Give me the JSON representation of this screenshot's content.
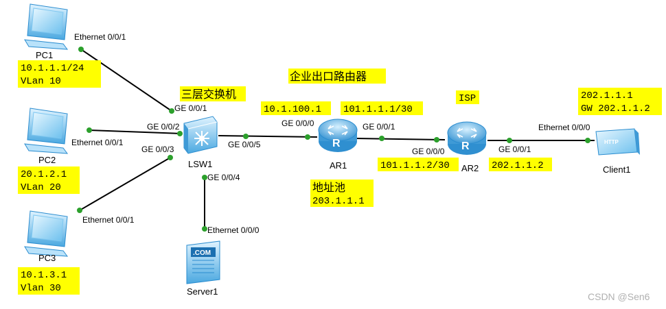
{
  "devices": {
    "pc1": "PC1",
    "pc2": "PC2",
    "pc3": "PC3",
    "server1": "Server1",
    "lsw1": "LSW1",
    "ar1": "AR1",
    "ar2": "AR2",
    "client1": "Client1"
  },
  "ports": {
    "pc1_eth": "Ethernet 0/0/1",
    "pc2_eth": "Ethernet 0/0/1",
    "pc3_eth": "Ethernet 0/0/1",
    "lsw_g1": "GE 0/0/1",
    "lsw_g2": "GE 0/0/2",
    "lsw_g3": "GE 0/0/3",
    "lsw_g4": "GE 0/0/4",
    "lsw_g5": "GE 0/0/5",
    "server_eth": "Ethernet 0/0/0",
    "ar1_g0": "GE 0/0/0",
    "ar1_g1": "GE 0/0/1",
    "ar2_g0": "GE 0/0/0",
    "ar2_g1": "GE 0/0/1",
    "client_eth": "Ethernet 0/0/0"
  },
  "labels": {
    "pc1_ip": "10.1.1.1/24",
    "pc1_vlan": "VLan 10",
    "pc2_ip": "20.1.2.1",
    "pc2_vlan": "VLan 20",
    "pc3_ip": "10.1.3.1",
    "pc3_vlan": "Vlan 30",
    "l3_switch": "三层交换机",
    "edge_router": "企业出口路由器",
    "ar1_ip": "10.1.100.1",
    "ar1_wan_ip": "101.1.1.1/30",
    "isp": "ISP",
    "ar2_ip": "101.1.1.2/30",
    "ar2_lan_ip": "202.1.1.2",
    "addr_pool": "地址池",
    "addr_pool_ip": "203.1.1.1",
    "client_ip": "202.1.1.1",
    "client_gw": "GW 202.1.1.2"
  },
  "icons": {
    "pc": "pc-icon",
    "switch": "layer3-switch-icon",
    "router": "router-icon",
    "server": "server-icon",
    "client": "http-client-icon",
    "server_badge": ".COM",
    "client_badge": "HTTP"
  },
  "watermark": "CSDN @Sen6",
  "colors": {
    "highlight": "#ffff00",
    "link": "#000000",
    "port_dot": "#2ca02c",
    "device_blue": "#4aa8e0"
  }
}
